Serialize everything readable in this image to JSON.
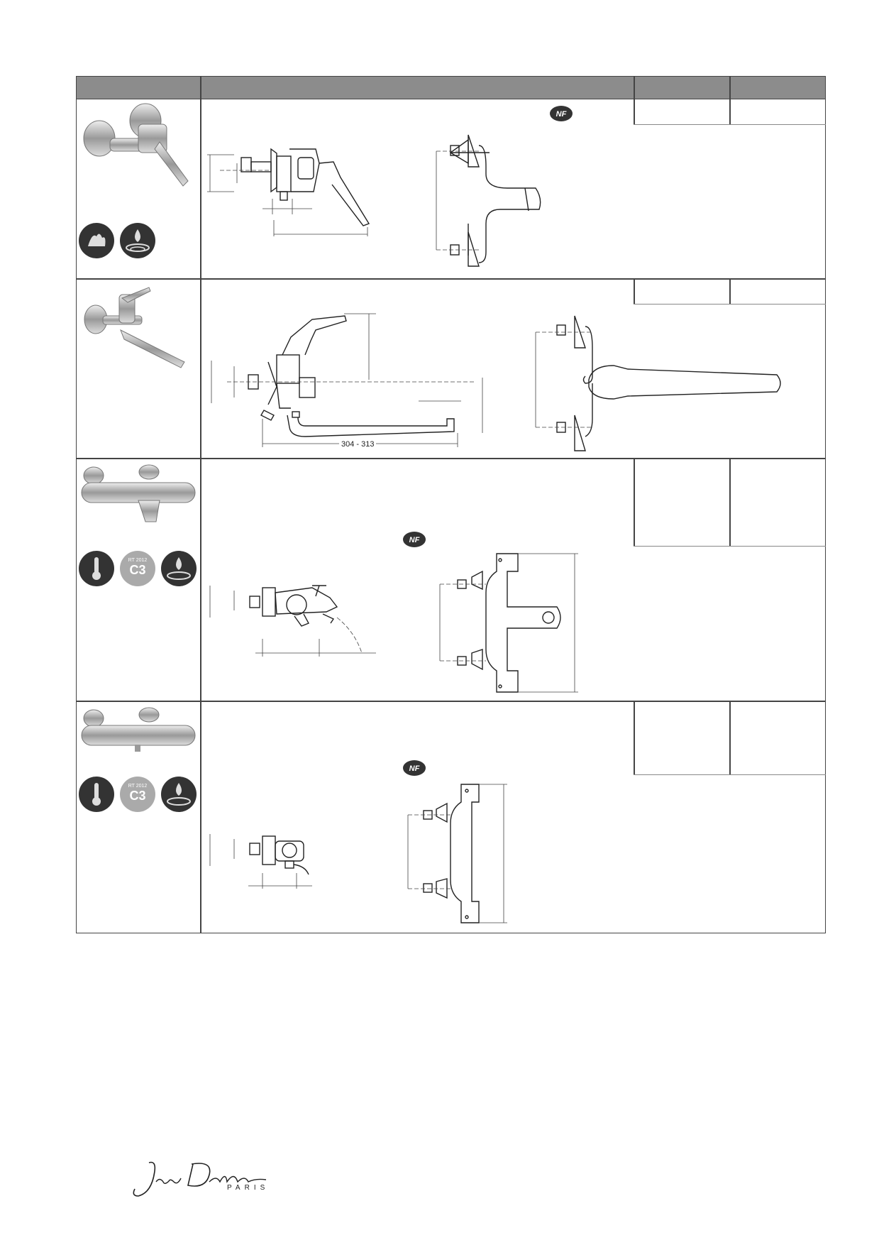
{
  "header": {
    "cells": [
      "",
      "",
      "",
      ""
    ]
  },
  "rows": [
    {
      "name": "shower-mixer",
      "badges": [
        "hand-wash-icon",
        "water-saving-icon"
      ],
      "nf": "NF",
      "dims": []
    },
    {
      "name": "sink-mixer-long-spout",
      "badges": [],
      "nf": "",
      "dims": [
        "304 - 313"
      ]
    },
    {
      "name": "bath-thermostatic-mixer",
      "badges": [
        "thermometer-icon",
        "rt2012-c3-icon",
        "water-saving-icon"
      ],
      "nf": "NF",
      "dims": []
    },
    {
      "name": "shower-thermostatic-mixer",
      "badges": [
        "thermometer-icon",
        "rt2012-c3-icon",
        "water-saving-icon"
      ],
      "nf": "NF",
      "dims": []
    }
  ],
  "badge_text": {
    "rt": "RT 2012",
    "c3": "C3"
  },
  "row2_dim": "304 - 313",
  "nf_label": "NF",
  "brand": {
    "signature": "Jacob Delafon",
    "city": "PARIS"
  }
}
